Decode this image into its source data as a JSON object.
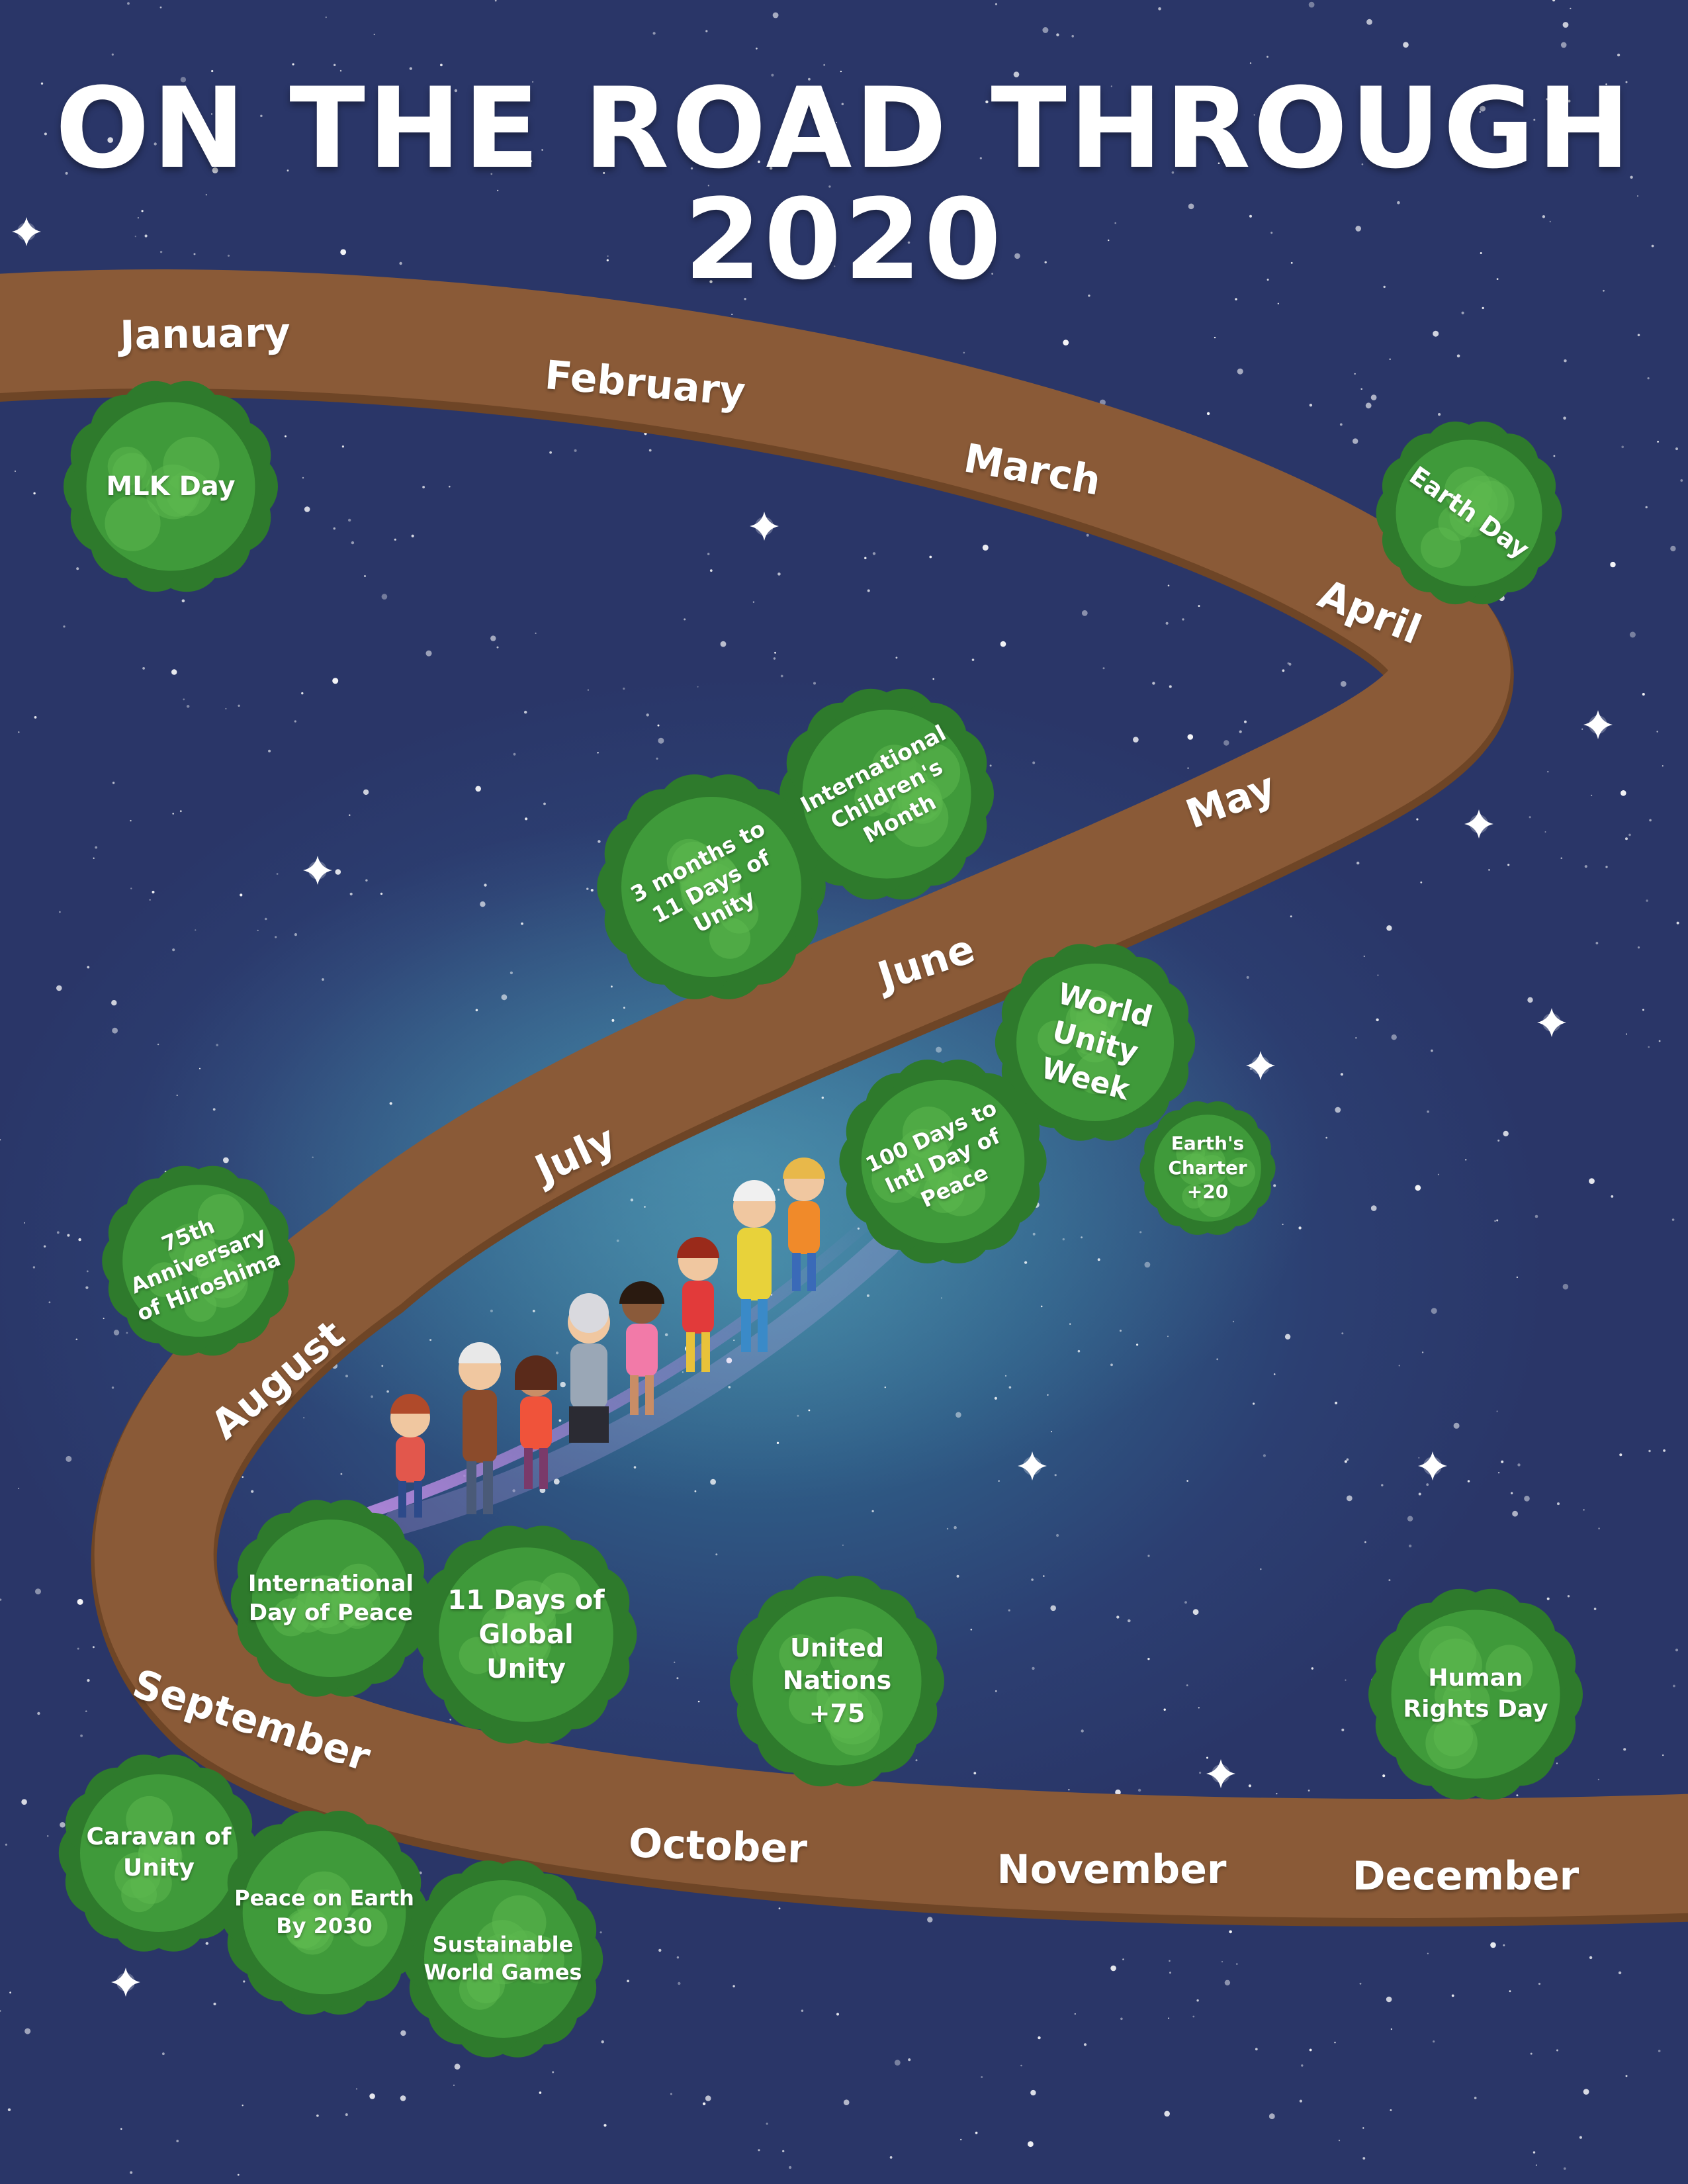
{
  "title": "ON THE ROAD THROUGH 2020",
  "colors": {
    "road": "#8a5a37",
    "road_shadow": "#6e4526",
    "bush": "#3f9a3a",
    "bush_dark": "#2e7a2c",
    "bush_light": "#5cb84e",
    "sky": "#2c3f72",
    "text": "#ffffff"
  },
  "months": [
    "January",
    "February",
    "March",
    "April",
    "May",
    "June",
    "July",
    "August",
    "September",
    "October",
    "November",
    "December"
  ],
  "events": [
    "MLK Day",
    "Earth Day",
    "International Children's Month",
    "3 months to 11 Days of Unity",
    "World Unity Week",
    "100 Days to Intl Day of Peace",
    "Earth's Charter +20",
    "75th Anniversary of Hiroshima",
    "International Day of Peace",
    "11 Days of Global Unity",
    "United Nations +75",
    "Human Rights Day",
    "Caravan of Unity",
    "Peace on Earth By 2030",
    "Sustainable World Games"
  ]
}
